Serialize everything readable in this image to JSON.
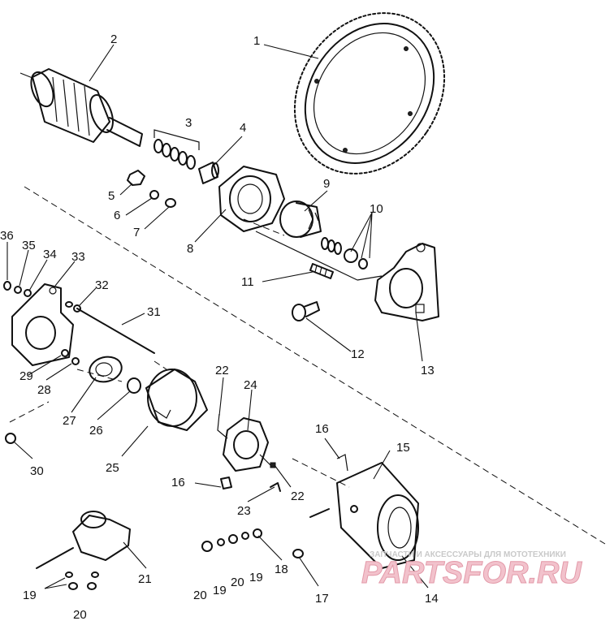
{
  "callouts": [
    {
      "id": "1",
      "label": "1"
    },
    {
      "id": "2",
      "label": "2"
    },
    {
      "id": "3",
      "label": "3"
    },
    {
      "id": "4",
      "label": "4"
    },
    {
      "id": "5",
      "label": "5"
    },
    {
      "id": "6",
      "label": "6"
    },
    {
      "id": "7",
      "label": "7"
    },
    {
      "id": "8",
      "label": "8"
    },
    {
      "id": "9",
      "label": "9"
    },
    {
      "id": "10",
      "label": "10"
    },
    {
      "id": "11",
      "label": "11"
    },
    {
      "id": "12",
      "label": "12"
    },
    {
      "id": "13",
      "label": "13"
    },
    {
      "id": "14",
      "label": "14"
    },
    {
      "id": "15",
      "label": "15"
    },
    {
      "id": "16a",
      "label": "16"
    },
    {
      "id": "16b",
      "label": "16"
    },
    {
      "id": "17",
      "label": "17"
    },
    {
      "id": "18",
      "label": "18"
    },
    {
      "id": "19a",
      "label": "19"
    },
    {
      "id": "19b",
      "label": "19"
    },
    {
      "id": "19c",
      "label": "19"
    },
    {
      "id": "20a",
      "label": "20"
    },
    {
      "id": "20b",
      "label": "20"
    },
    {
      "id": "20c",
      "label": "20"
    },
    {
      "id": "21",
      "label": "21"
    },
    {
      "id": "22a",
      "label": "22"
    },
    {
      "id": "22b",
      "label": "22"
    },
    {
      "id": "23",
      "label": "23"
    },
    {
      "id": "24",
      "label": "24"
    },
    {
      "id": "25",
      "label": "25"
    },
    {
      "id": "26",
      "label": "26"
    },
    {
      "id": "27",
      "label": "27"
    },
    {
      "id": "28",
      "label": "28"
    },
    {
      "id": "29",
      "label": "29"
    },
    {
      "id": "30",
      "label": "30"
    },
    {
      "id": "31",
      "label": "31"
    },
    {
      "id": "32",
      "label": "32"
    },
    {
      "id": "33",
      "label": "33"
    },
    {
      "id": "34",
      "label": "34"
    },
    {
      "id": "35",
      "label": "35"
    },
    {
      "id": "36",
      "label": "36"
    }
  ],
  "watermark": {
    "subtitle": "ЗАПЧАСТИ И АКСЕССУАРЫ ДЛЯ МОТОТЕХНИКИ",
    "logo": "PARTSFOR.RU"
  },
  "colors": {
    "line": "#111111",
    "watermark_logo": "#f2c2cc",
    "watermark_text": "#c9c9c9"
  }
}
